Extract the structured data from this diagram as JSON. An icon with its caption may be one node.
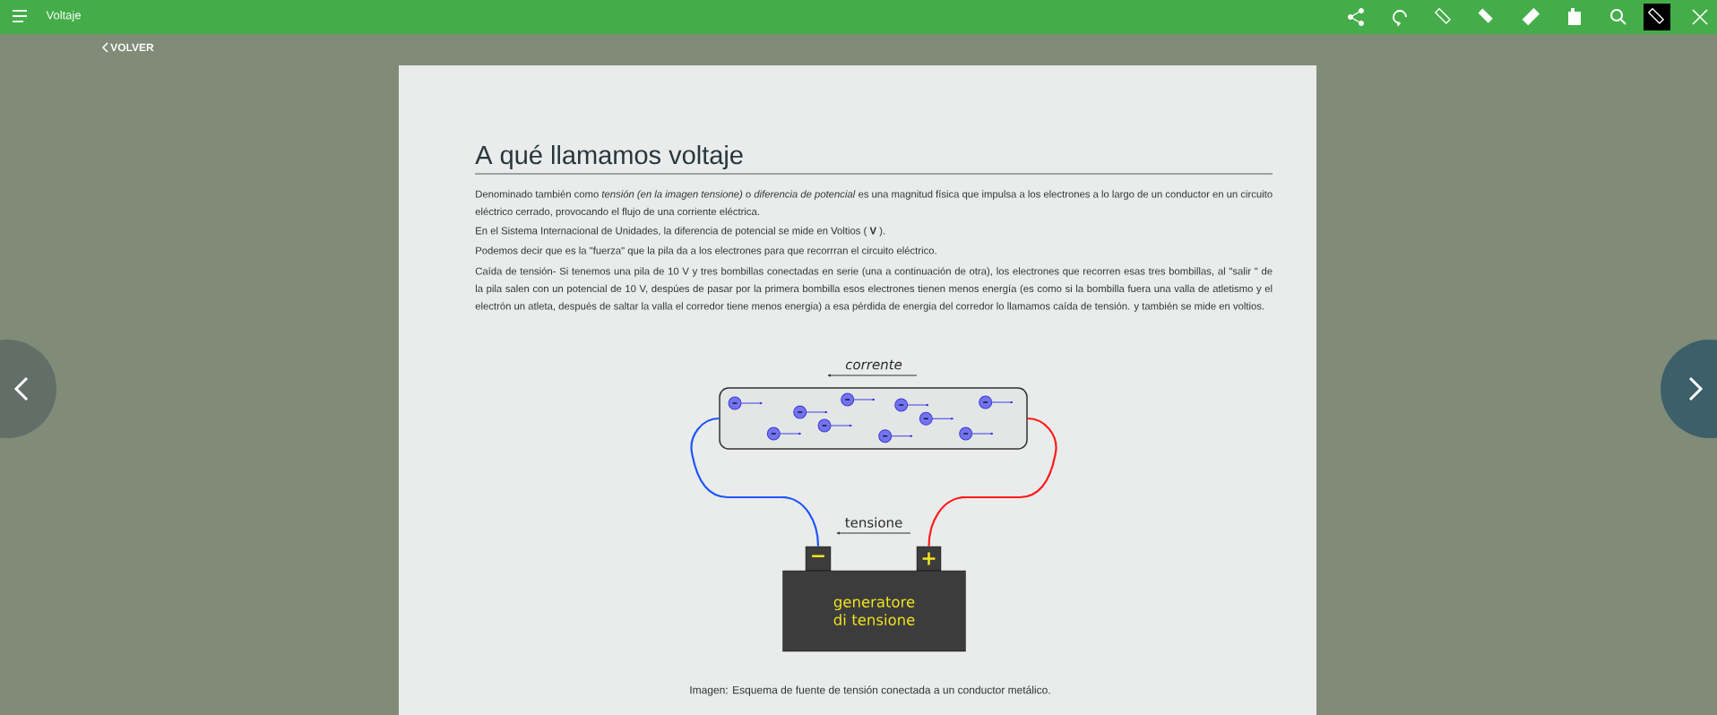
{
  "diagram": {
    "title": "A qué llamamos voltaje",
    "nodes": [
      {
        "text": [],
        "shape": "box"
      },
      {
        "text": [
          "−"
        ]
      },
      {
        "text": [
          "+"
        ]
      },
      {
        "text": [
          "generatore di tensione"
        ]
      }
    ],
    "edges": [
      {
        "from": 0,
        "to": 1,
        "arrow": "none",
        "color": "#1f55ff"
      },
      {
        "from": 0,
        "to": 2,
        "arrow": "none",
        "color": "#ff1a1a"
      }
    ],
    "labels": [
      "Voltaje",
      "VOLVER",
      "corrente",
      "tensione",
      "Denominado también como *tensión (en la imagen tensione)* o *diferencia de potencial* es una magnitud física que impulsa a los electrones a lo largo de un conductor en un circuito eléctrico cerrado, provocando el flujo de una corriente eléctrica.",
      "En el Sistema Internacional de Unidades, la diferencia de potencial se mide en Voltios ( **V** ).",
      "Podemos decir que es la \"fuerza\" que la pila da a los electrones para que recorrran el circuito eléctrico.",
      "Caída de tensión- Si tenemos una pila de 10 V y tres bombillas conectadas en serie (una a continuación de otra), los electrones que recorren esas tres bombillas, al \"salir \" de la pila salen con un potencial de 10 V, despúes de pasar por la primera bombilla esos electrones tienen menos energía (es como si la bombilla fuera una valla de atletismo y el electrón un atleta, después de saltar la valla el corredor tiene menos energia) a esa pérdida de energia del corredor lo llamamos caída de tensión. y también se mide en voltios.",
      "Imagen:  Esquema de fuente de tensión conectada a un conductor metálico."
    ]
  }
}
